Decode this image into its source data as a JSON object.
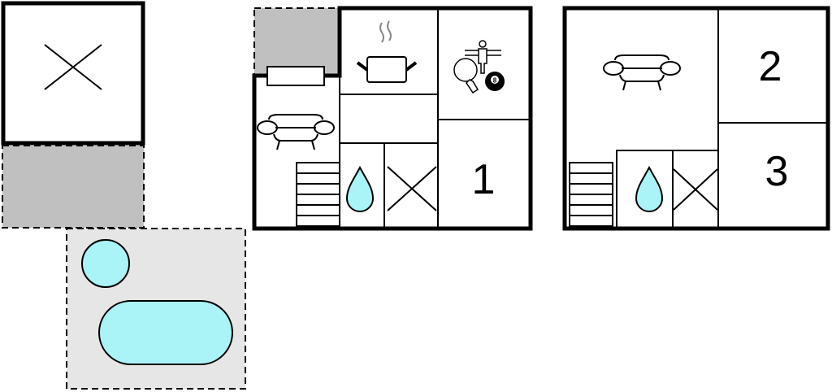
{
  "rooms": {
    "bedroom_1": "1",
    "bedroom_2": "2",
    "bedroom_3": "3"
  },
  "billiard_ball_number": "8",
  "colors": {
    "wall": "#000000",
    "terrace": "#c0c0c0",
    "pool_area": "#e6e6e6",
    "water": "#aaf4f8"
  }
}
